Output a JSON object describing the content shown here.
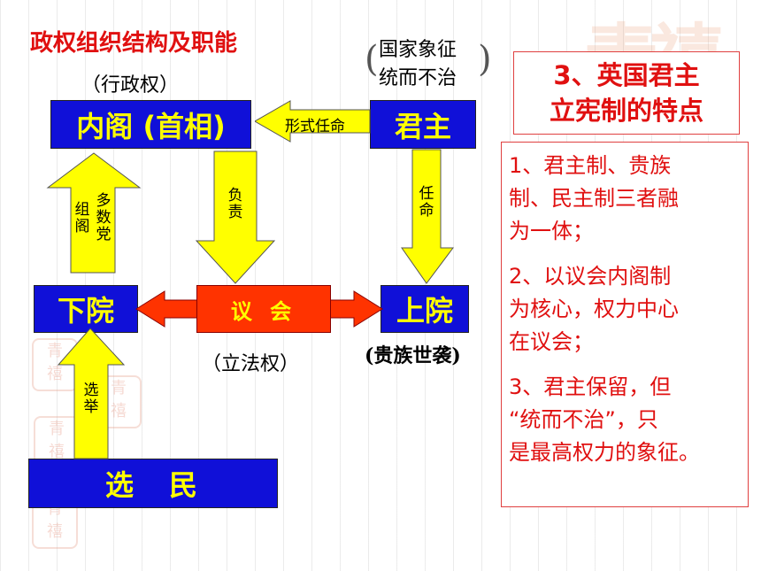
{
  "title": "政权组织结构及职能",
  "labels": {
    "executive": "（行政权）",
    "symbol_line1": "国家象征",
    "symbol_line2": "统而不治",
    "legislative": "（立法权）",
    "hereditary": "(贵族世袭)"
  },
  "boxes": {
    "cabinet": "内阁 (首相)",
    "monarch": "君主",
    "lower_house": "下院",
    "upper_house": "上院",
    "parliament": "议 会",
    "voters": "选　民"
  },
  "arrows": {
    "formal_appoint": "形式任命",
    "responsible": [
      "负",
      "责"
    ],
    "appoint": [
      "任",
      "命"
    ],
    "form_cabinet_col1": [
      "组",
      "阁"
    ],
    "form_cabinet_col2": [
      "多",
      "数",
      "党"
    ],
    "election": [
      "选",
      "举"
    ]
  },
  "features": {
    "title_line1": "3、英国君主",
    "title_line2": "立宪制的特点",
    "items": [
      [
        "1、君主制、贵族",
        "制、民主制三者融",
        "为一体；"
      ],
      [
        "2、以议会内阁制",
        "为核心，权力中心",
        "在议会；"
      ],
      [
        "3、君主保留，但",
        "“统而不治”，只",
        "是最高权力的象征。"
      ]
    ]
  },
  "colors": {
    "box_fill": "#1010d8",
    "box_text": "#ffff00",
    "arrow_fill": "#ffff00",
    "parliament_fill": "#ff3300",
    "accent_red": "#e01010"
  }
}
